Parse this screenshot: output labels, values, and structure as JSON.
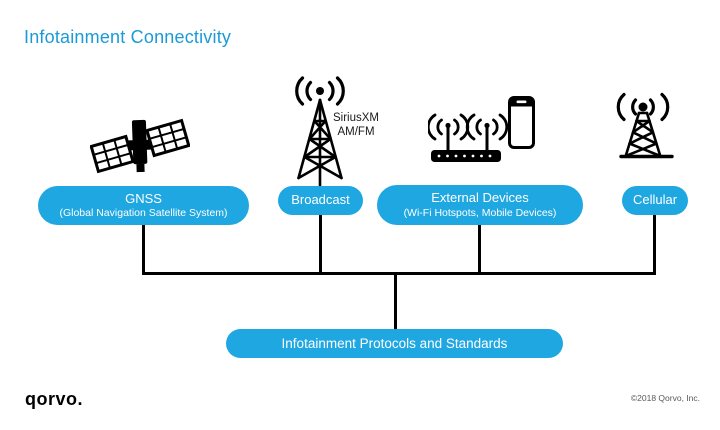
{
  "title": "Infotainment Connectivity",
  "colors": {
    "accent_blue": "#1fa7e2",
    "title_blue": "#1b9ad7",
    "line_black": "#000000",
    "text_white": "#ffffff"
  },
  "nodes": {
    "gnss": {
      "label": "GNSS",
      "sublabel": "(Global Navigation Satellite System)",
      "icon": "satellite-icon"
    },
    "broadcast": {
      "label": "Broadcast",
      "icon": "broadcast-tower-icon",
      "annotation_line1": "SiriusXM",
      "annotation_line2": "AM/FM"
    },
    "external": {
      "label": "External Devices",
      "sublabel": "(Wi-Fi Hotspots, Mobile Devices)",
      "icon": "wifi-router-and-phone-icon"
    },
    "cellular": {
      "label": "Cellular",
      "icon": "cell-tower-icon"
    }
  },
  "hub": {
    "label": "Infotainment Protocols and Standards"
  },
  "footer": {
    "logo": "qorvo.",
    "copyright": "©2018 Qorvo, Inc."
  }
}
